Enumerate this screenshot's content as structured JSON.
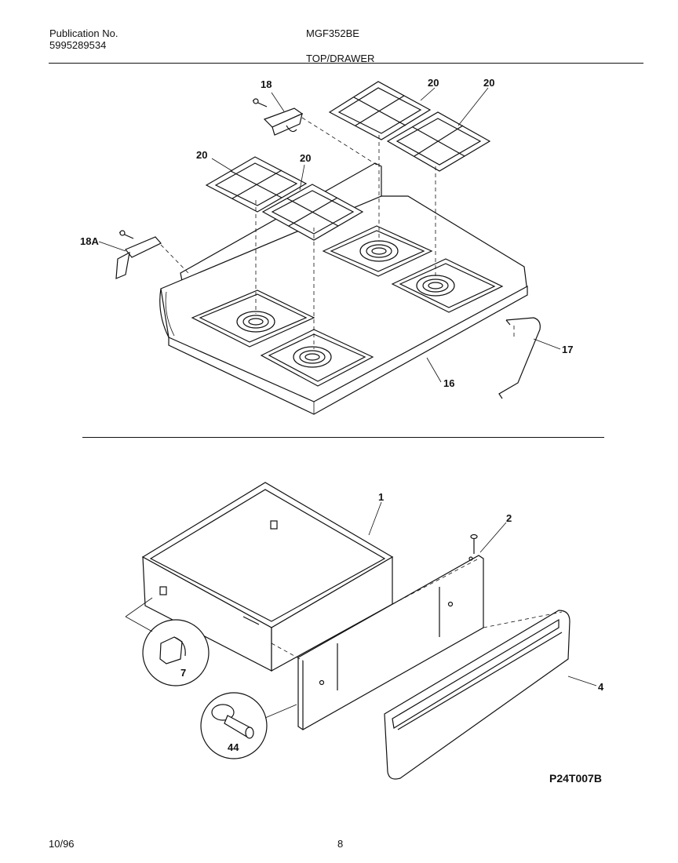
{
  "header": {
    "publication_label": "Publication No.",
    "publication_number": "5995289534",
    "model": "MGF352BE",
    "section": "TOP/DRAWER"
  },
  "footer": {
    "date": "10/96",
    "page": "8"
  },
  "figure_code": "P24T007B",
  "callouts": {
    "c18": "18",
    "c18a": "18A",
    "c20a": "20",
    "c20b": "20",
    "c20c": "20",
    "c20d": "20",
    "c16": "16",
    "c17": "17",
    "c1": "1",
    "c2": "2",
    "c4": "4",
    "c7": "7",
    "c44": "44"
  }
}
